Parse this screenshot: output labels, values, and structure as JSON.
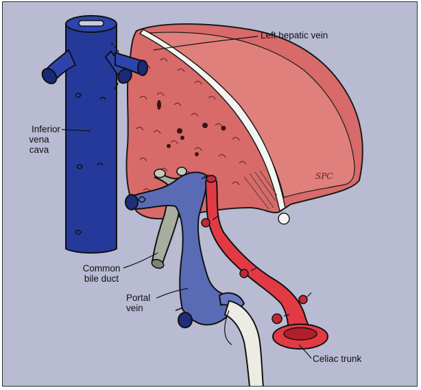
{
  "colors": {
    "background": "#b8bbd2",
    "vena_cava": "#24399a",
    "liver": "#d86a6a",
    "portal_vein": "#5a6bb6",
    "bile_duct": "#a9ad9d",
    "celiac_trunk": "#e23a45",
    "tube": "#ecece4"
  },
  "labels": {
    "left_hepatic_vein": "Left hepatic vein",
    "ivc_line1": "Inferior",
    "ivc_line2": "vena",
    "ivc_line3": "cava",
    "cbd_line1": "Common",
    "cbd_line2": "bile duct",
    "portal_line1": "Portal",
    "portal_line2": "vein",
    "celiac_trunk": "Celiac trunk"
  },
  "signature": "SPC"
}
